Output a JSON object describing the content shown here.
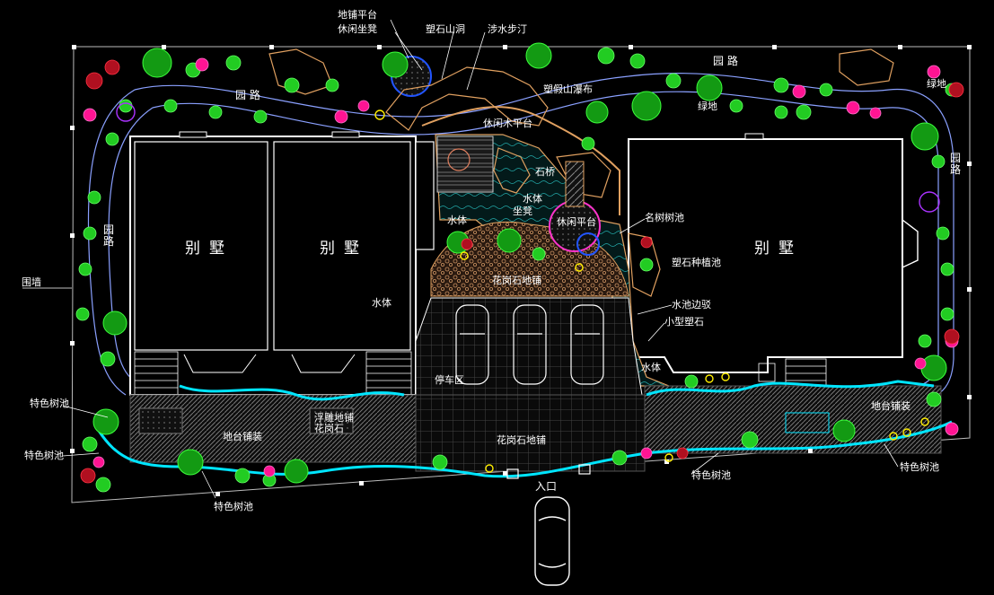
{
  "labels": {
    "paving_platform": "地铺平台",
    "leisure_bench_top": "休闲坐凳",
    "rockery_cave": "塑石山洞",
    "stepping_stones": "涉水步汀",
    "garden_road_top_left": "园  路",
    "garden_road_top_right": "园  路",
    "rockery_waterfall": "塑假山瀑布",
    "greenland_top": "绿地",
    "greenland_right": "绿地",
    "wooden_platform": "休闲木平台",
    "stone_bridge": "石桥",
    "water_body_center": "水体",
    "water_body_left": "水体",
    "bench_center": "坐凳",
    "leisure_platform": "休闲平台",
    "famous_tree_pool": "名树树池",
    "villa_1": "别墅",
    "villa_2": "别墅",
    "villa_3": "别墅",
    "rockery_planter": "塑石种植池",
    "granite_paving_top": "花岗石地铺",
    "water_body_villa": "水体",
    "pond_edge": "水池边驳",
    "small_rockery": "小型塑石",
    "water_body_right": "水体",
    "parking": "停车区",
    "enclosure_wall": "围墙",
    "garden_road_left": "园路",
    "garden_road_right": "园路",
    "feature_tree_pool_left_1": "特色树池",
    "feature_tree_pool_left_2": "特色树池",
    "terrace_paving_left": "地台铺装",
    "carved_paving": "浮雕地铺",
    "granite_label": "花岗石",
    "granite_paving_bottom": "花岗石地铺",
    "terrace_paving_right": "地台铺装",
    "feature_tree_pool_bottom": "特色树池",
    "feature_tree_pool_center": "特色树池",
    "feature_tree_pool_right": "特色树池",
    "entrance": "入口"
  },
  "colors": {
    "background": "#000000",
    "wall": "#ffffff",
    "road": "#8aa0ff",
    "water": "#00e5ff",
    "tree_green": "#22cc22",
    "flower_magenta": "#ff1493",
    "shrub_red": "#d01020",
    "rock": "#e0a060",
    "hatch": "#7a7a7a"
  }
}
